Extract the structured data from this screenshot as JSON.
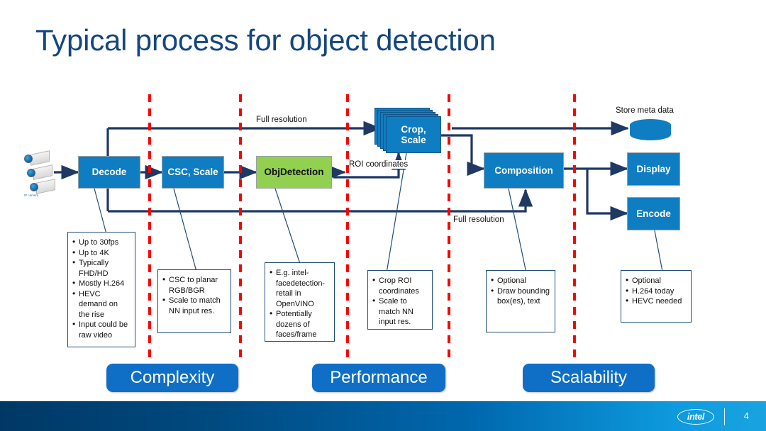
{
  "slide": {
    "title": "Typical process for object detection",
    "page_number": "4",
    "brand": "intel"
  },
  "colors": {
    "title": "#14467F",
    "process_blue": "#0F7DC2",
    "detection_green": "#92D050",
    "separator_red": "#FF0000",
    "connector_navy": "#1F3864",
    "note_border": "#1F4E79",
    "pill_blue": "#0F6FC6"
  },
  "source": {
    "icon": "ip-camera-stack-icon",
    "caption": "IP camera"
  },
  "nodes": [
    {
      "id": "decode",
      "label": "Decode",
      "kind": "process"
    },
    {
      "id": "csc_scale",
      "label": "CSC, Scale",
      "kind": "process"
    },
    {
      "id": "objdetection",
      "label": "ObjDetection",
      "kind": "inference"
    },
    {
      "id": "crop_scale",
      "label": "Crop,\nScale",
      "label_line1": "Crop,",
      "label_line2": "Scale",
      "kind": "stacked-process"
    },
    {
      "id": "composition",
      "label": "Composition",
      "kind": "process"
    },
    {
      "id": "display",
      "label": "Display",
      "kind": "sink"
    },
    {
      "id": "encode",
      "label": "Encode",
      "kind": "sink"
    },
    {
      "id": "store",
      "label": "Store meta data",
      "kind": "datastore"
    }
  ],
  "edge_labels": {
    "full_resolution_top": "Full resolution",
    "roi_coordinates": "ROI coordinates",
    "full_resolution_bottom": "Full resolution"
  },
  "notes": [
    {
      "id": "note-decode",
      "bullets": [
        "Up to 30fps",
        "Up to 4K",
        "Typically FHD/HD",
        "Mostly H.264",
        "HEVC demand on the rise",
        "Input could be raw video"
      ]
    },
    {
      "id": "note-csc",
      "bullets": [
        "CSC to planar RGB/BGR",
        "Scale to match NN input res."
      ]
    },
    {
      "id": "note-objdetection",
      "bullets": [
        "E.g. intel-facedetection-retail in OpenVINO",
        "Potentially dozens of faces/frame"
      ]
    },
    {
      "id": "note-crop",
      "bullets": [
        "Crop ROI coordinates",
        "Scale to match NN input res."
      ]
    },
    {
      "id": "note-composition",
      "bullets": [
        "Optional",
        "Draw bounding box(es), text"
      ]
    },
    {
      "id": "note-encode",
      "bullets": [
        "Optional",
        "H.264 today",
        "HEVC needed"
      ]
    }
  ],
  "categories": [
    {
      "id": "complexity",
      "label": "Complexity"
    },
    {
      "id": "performance",
      "label": "Performance"
    },
    {
      "id": "scalability",
      "label": "Scalability"
    }
  ]
}
